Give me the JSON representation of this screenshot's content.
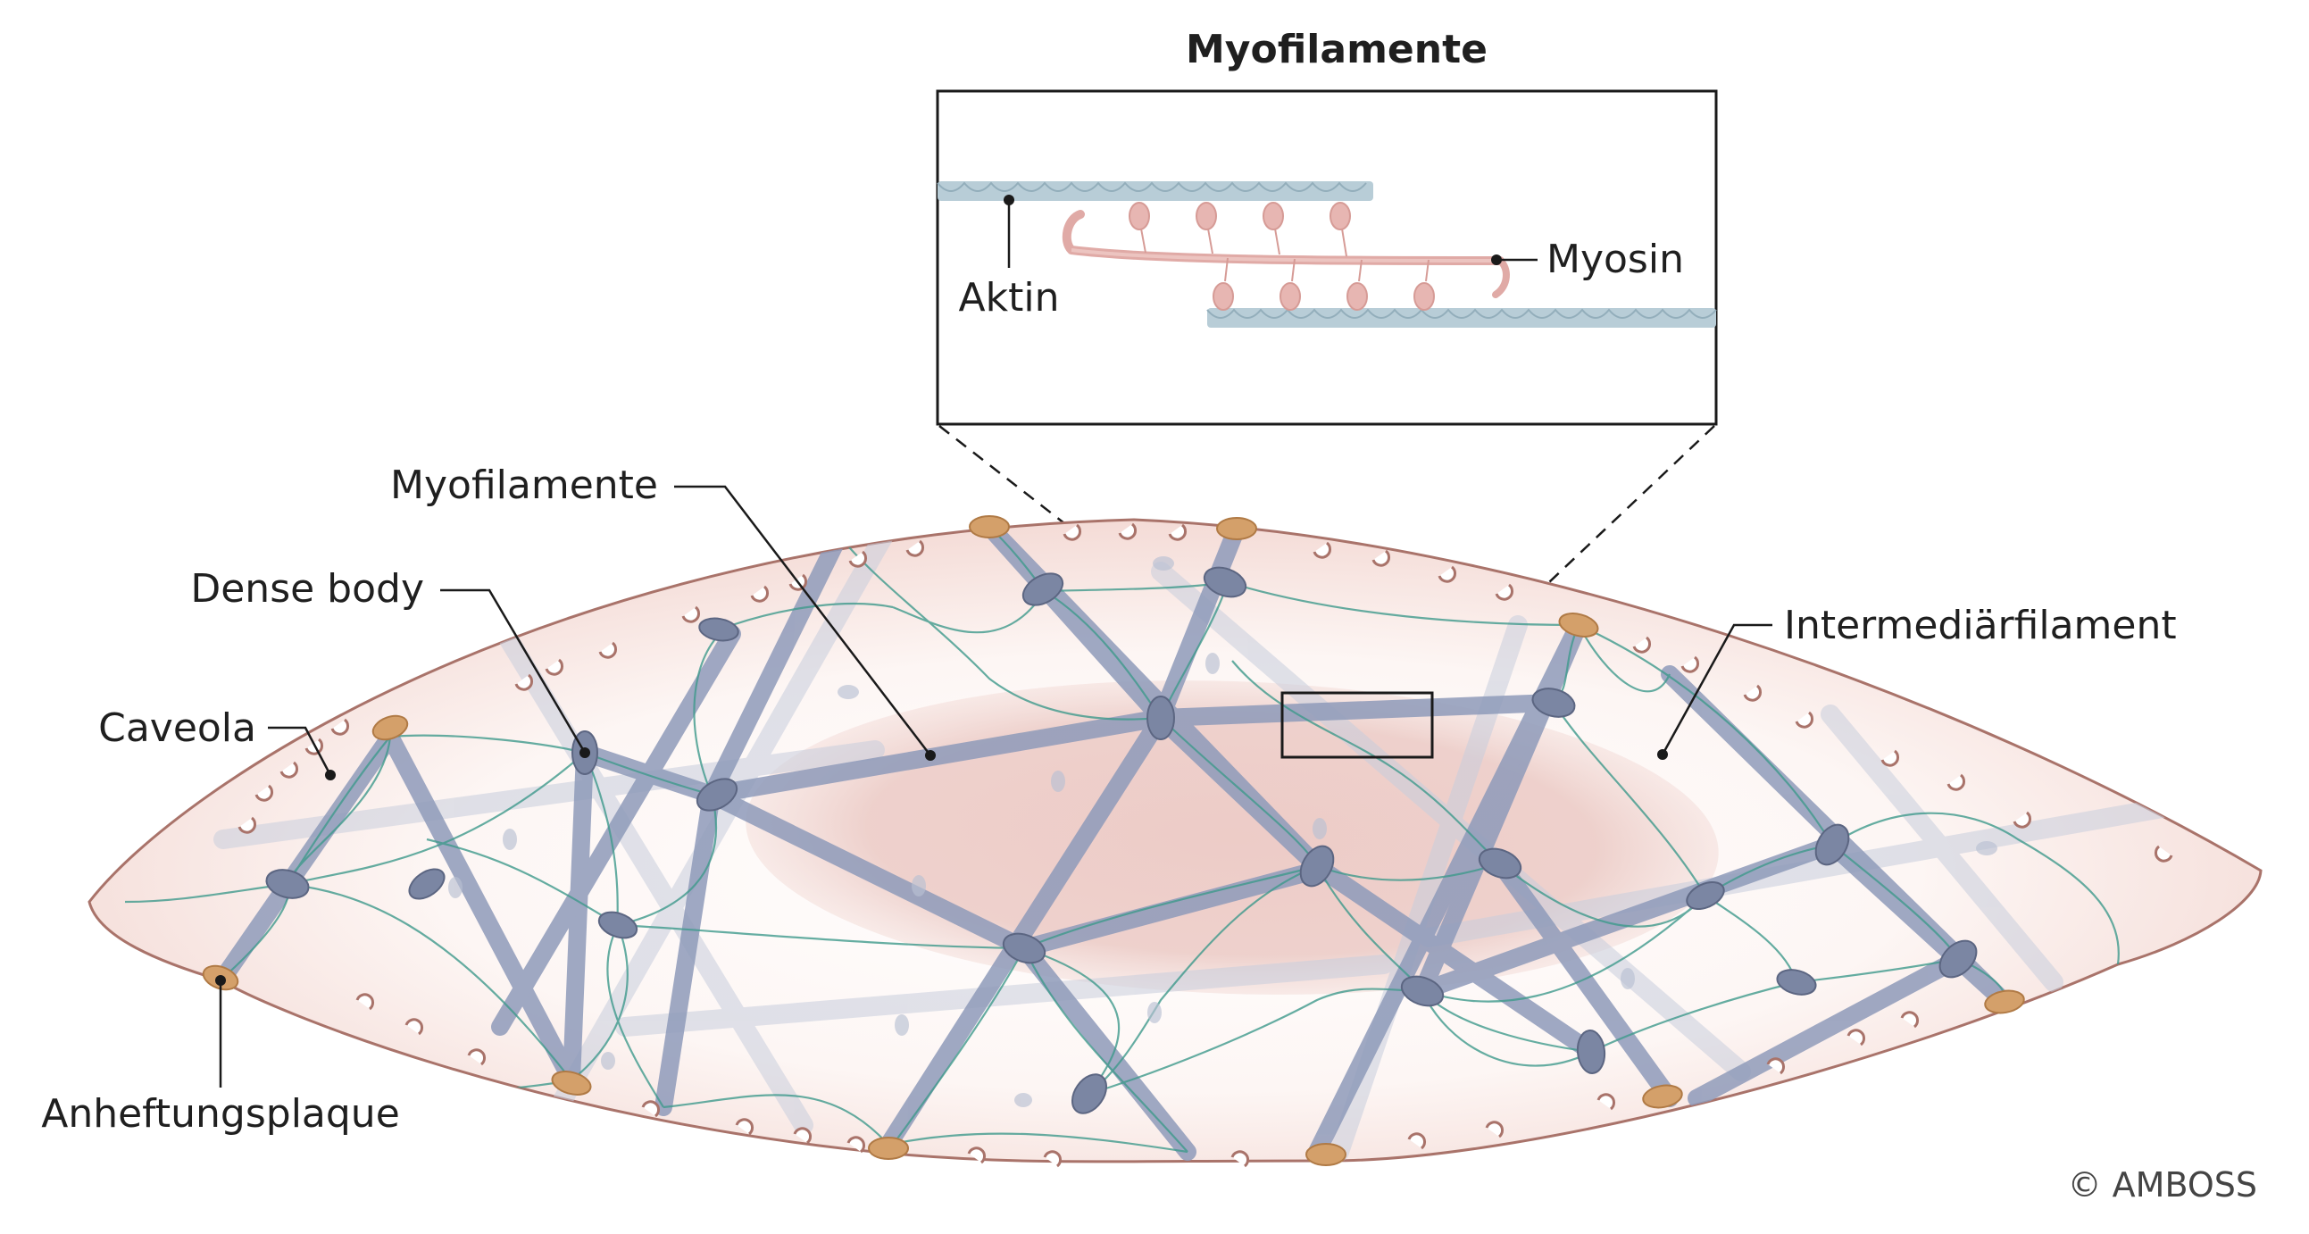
{
  "inset": {
    "title": "Myofilamente",
    "labels": {
      "actin": "Aktin",
      "myosin": "Myosin"
    }
  },
  "cell_labels": {
    "myofilaments": "Myofilamente",
    "dense_body": "Dense body",
    "caveola": "Caveola",
    "attachment_plaque": "Anheftungsplaque",
    "intermediate_filament": "Intermediärfilament"
  },
  "copyright": "© AMBOSS",
  "colors": {
    "cell_fill": "#f6e4e0",
    "cell_outline": "#a9736a",
    "nucleus": "#e9bfba",
    "myofilament": "#8f9bba",
    "dense_body": "#7b86a3",
    "intermediate_filament": "#3f9a8c",
    "plaque": "#d4a06a",
    "actin": "#b7ccd6",
    "myosin": "#e4b2ae"
  }
}
